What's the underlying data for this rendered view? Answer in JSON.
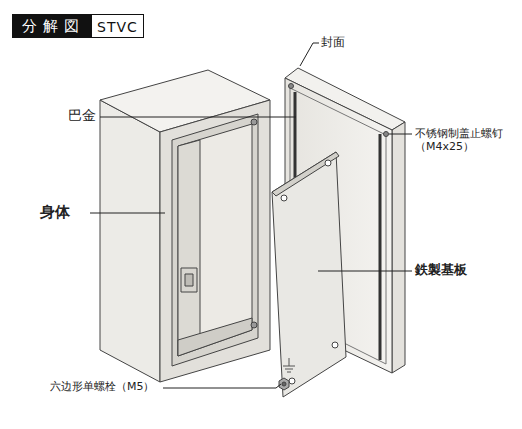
{
  "diagram": {
    "title": "分解図",
    "nodes": [
      {
        "text": [
          "STVC"
        ]
      }
    ],
    "labels": [
      "封面",
      "巴金",
      "不锈钢制盖止螺钉（M4x25）",
      "身体",
      "鉄製基板",
      "六边形单螺栓（M5）"
    ]
  }
}
